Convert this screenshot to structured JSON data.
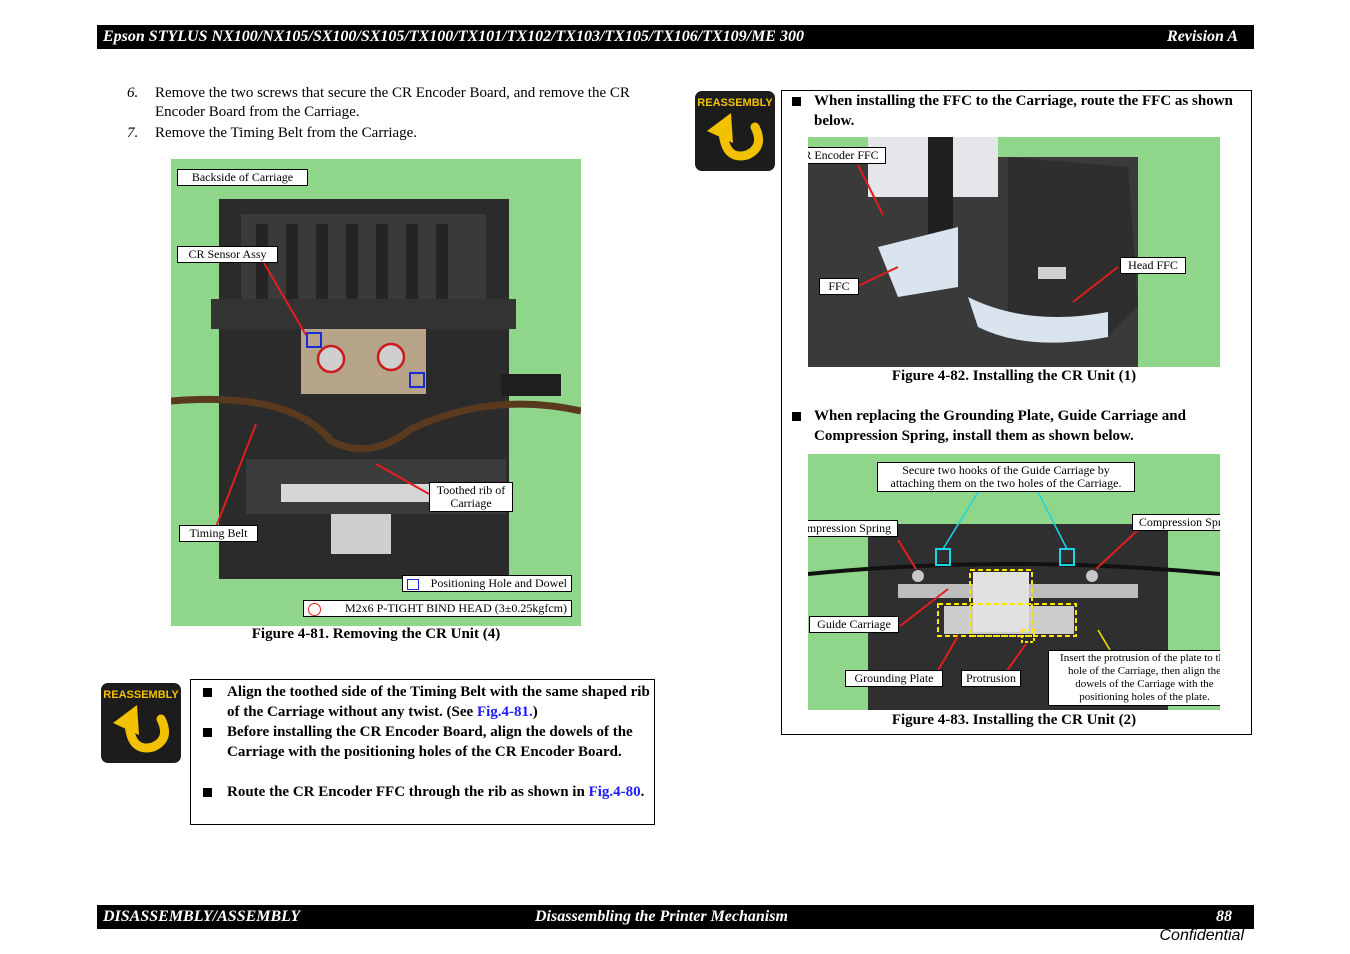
{
  "header": {
    "title": "Epson STYLUS NX100/NX105/SX100/SX105/TX100/TX101/TX102/TX103/TX105/TX106/TX109/ME 300",
    "revision": "Revision A"
  },
  "footer": {
    "left": "DISASSEMBLY/ASSEMBLY",
    "center": "Disassembling the Printer Mechanism",
    "page": "88",
    "confidential": "Confidential"
  },
  "steps": [
    {
      "num": "6.",
      "text": "Remove the two screws that secure the CR Encoder Board, and remove the CR Encoder Board from the Carriage."
    },
    {
      "num": "7.",
      "text": "Remove the Timing Belt from the Carriage."
    }
  ],
  "fig81": {
    "caption": "Figure 4-81.  Removing the CR Unit (4)",
    "labels": {
      "backside": "Backside of Carriage",
      "cr_sensor": "CR Sensor Assy",
      "toothed_rib": "Toothed rib of Carriage",
      "timing_belt": "Timing Belt",
      "positioning": "Positioning Hole and Dowel",
      "screw": "M2x6 P-TIGHT BIND HEAD (3±0.25kgfcm)"
    }
  },
  "badge_label": "REASSEMBLY",
  "left_notes": {
    "n1_text": "Align the toothed side of the Timing Belt with the same shaped rib of the Carriage without any twist. (See ",
    "n1_link": "Fig.4-81.",
    "n1_end": ")",
    "n2_text": "Before installing the CR Encoder Board, align the dowels of the Carriage with the positioning holes of the CR Encoder Board.",
    "n3_text": "Route the CR Encoder FFC through the rib as shown in ",
    "n3_link": "Fig.4-80",
    "n3_end": "."
  },
  "right_notes": {
    "ffc_note": "When installing the FFC to the Carriage, route the FFC as shown below.",
    "ground_note": "When replacing the Grounding Plate, Guide Carriage and Compression Spring, install them as shown below."
  },
  "fig82": {
    "caption": "Figure 4-82.  Installing the CR Unit (1)",
    "labels": {
      "cr_encoder_ffc": "CR Encoder FFC",
      "ffc": "FFC",
      "head_ffc": "Head FFC"
    }
  },
  "fig83": {
    "caption": "Figure 4-83.  Installing the CR Unit (2)",
    "labels": {
      "hooks": "Secure two hooks of the Guide Carriage by attaching them on the two holes of the Carriage.",
      "spring_left": "Compression Spring",
      "spring_right": "Compression Spring",
      "guide": "Guide Carriage",
      "grounding": "Grounding Plate",
      "protrusion": "Protrusion",
      "insert": "Insert the protrusion of the plate to the hole of the Carriage, then align the dowels of the Carriage with the positioning holes of the plate."
    }
  }
}
